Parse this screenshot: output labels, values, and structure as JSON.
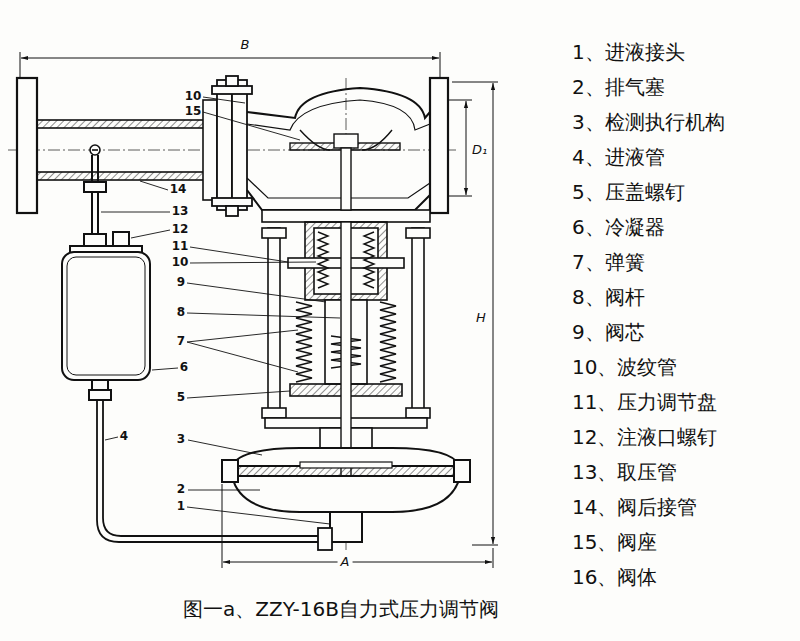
{
  "diagram": {
    "caption": "图一a、ZZY-16B自力式压力调节阀",
    "labels": [
      "B",
      "10",
      "15",
      "D₁",
      "14",
      "13",
      "12",
      "11",
      "10",
      "9",
      "8",
      "7",
      "6",
      "5",
      "4",
      "3",
      "H",
      "2",
      "1",
      "A",
      "1、进液接头",
      "2、排气塞",
      "3、检测执行机构",
      "4、进液管",
      "5、压盖螺钉",
      "6、冷凝器",
      "7、弹簧",
      "8、阀杆",
      "9、阀芯",
      "10、波纹管",
      "11、压力调节盘",
      "12、注液口螺钉",
      "13、取压管",
      "14、阀后接管",
      "15、阀座",
      "16、阀体"
    ]
  }
}
